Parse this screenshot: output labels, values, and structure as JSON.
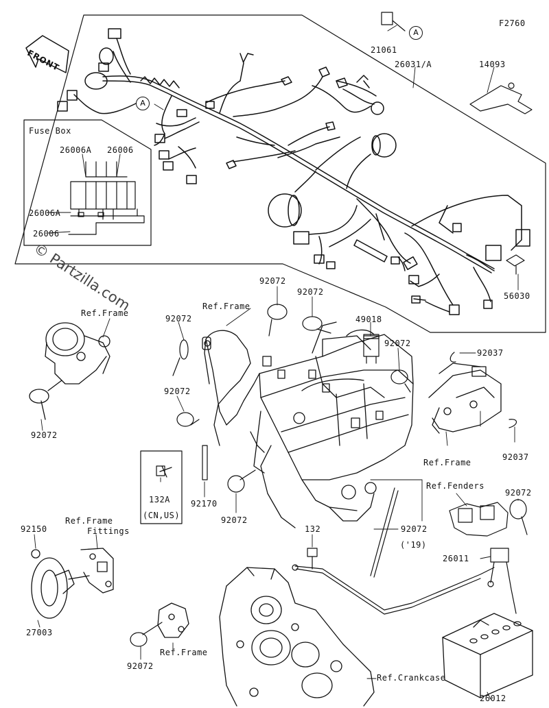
{
  "figure_code": "F2760",
  "front_label": "FRONT",
  "watermark": "© Partzilla.com",
  "circle_marker": "A",
  "fuse_box": {
    "title": "Fuse Box",
    "labels": [
      "26006A",
      "26006",
      "26006A",
      "26006"
    ]
  },
  "part_labels": [
    "21061",
    "26031/A",
    "14093",
    "56030",
    "Ref.Frame",
    "92072",
    "92072",
    "Ref.Frame",
    "92072",
    "49018",
    "92072",
    "92037",
    "92072",
    "92072",
    "92037",
    "Ref.Frame",
    "132A",
    "(CN,US)",
    "92170",
    "92072",
    "Ref.Fenders",
    "92072",
    "92072",
    "('19)",
    "132",
    "26011",
    "92150",
    "Ref.Frame",
    "Fittings",
    "27003",
    "92072",
    "Ref.Frame",
    "Ref.Crankcase",
    "26012"
  ]
}
